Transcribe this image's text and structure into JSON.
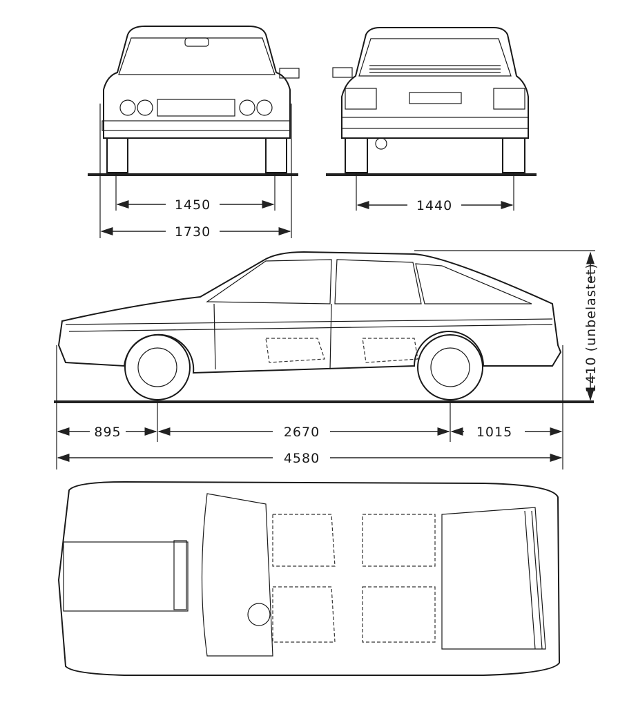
{
  "dimensions": {
    "front_track": "1450",
    "front_width": "1730",
    "rear_track": "1440",
    "height": "1410 (unbelastet)",
    "front_overhang": "895",
    "wheelbase": "2670",
    "rear_overhang": "1015",
    "overall_length": "4580"
  }
}
